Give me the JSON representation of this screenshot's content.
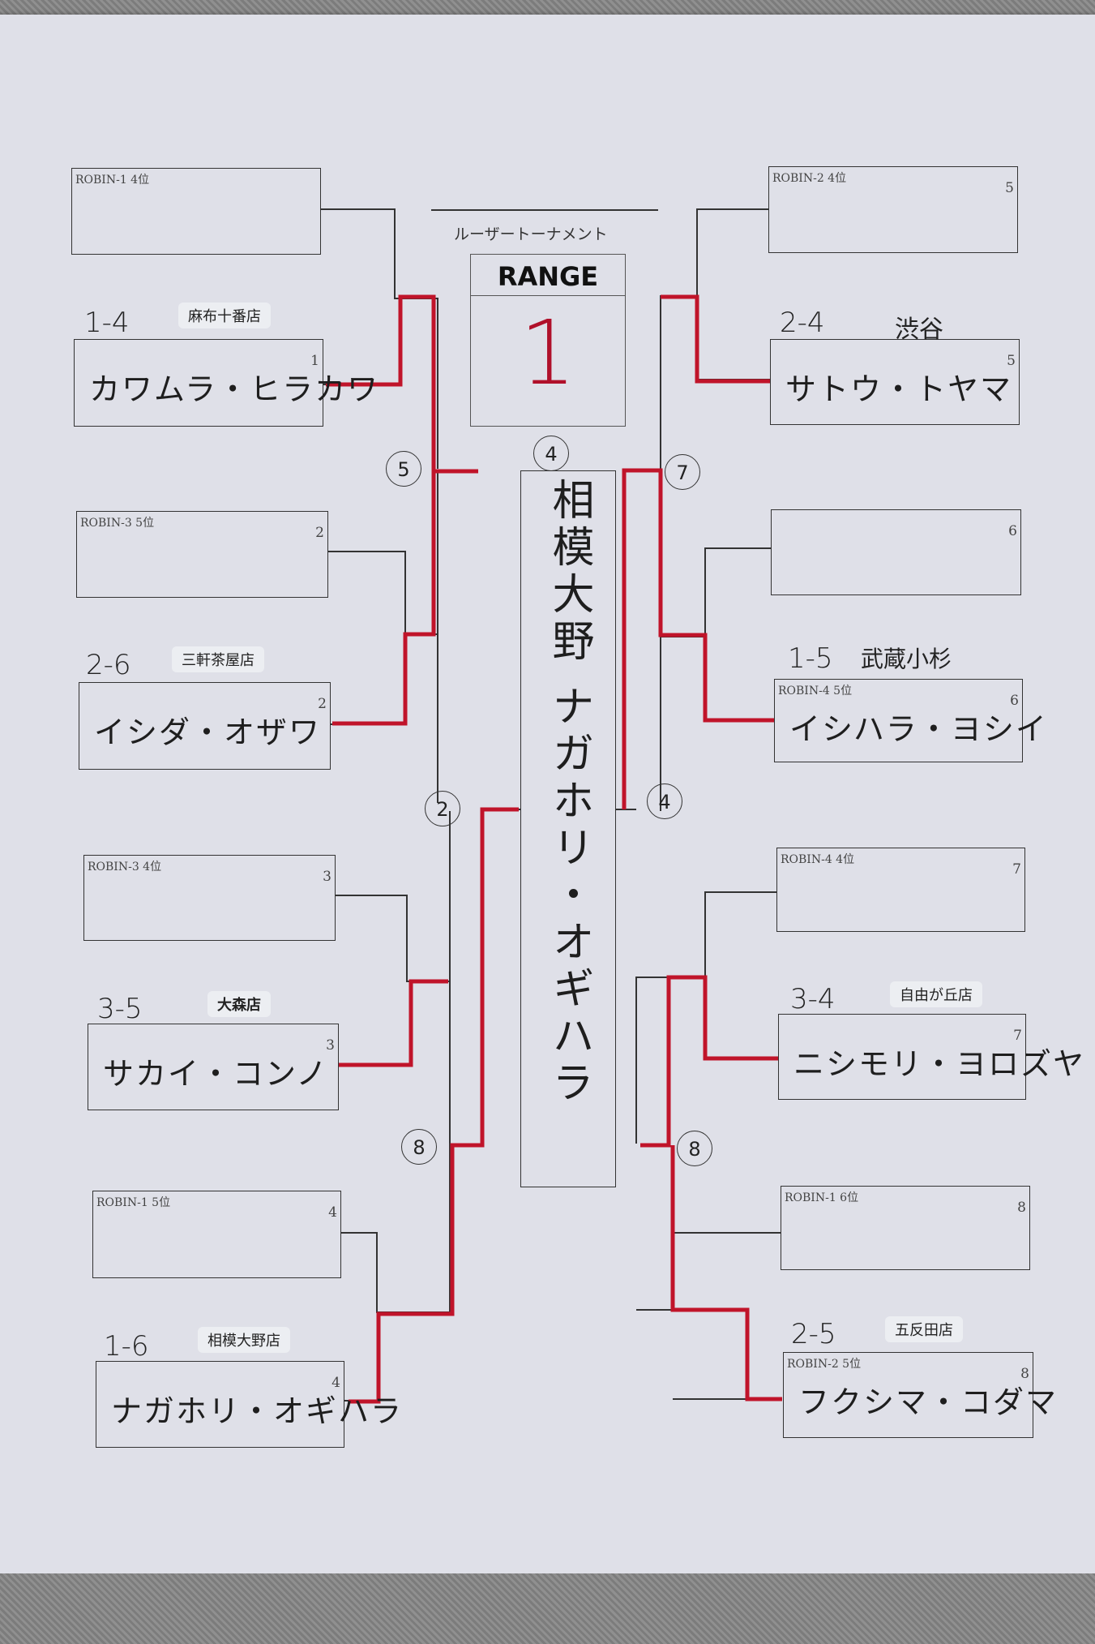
{
  "title": "ルーザートーナメント",
  "range": {
    "label": "RANGE",
    "number": "1"
  },
  "champion": "相模大野 ナガホリ・オギハラ",
  "left": [
    {
      "caption": "ROBIN-1 4位",
      "seed": "",
      "name": ""
    },
    {
      "caption": "",
      "seed": "1",
      "name": "カワムラ・ヒラカワ",
      "tag": "麻布十番店",
      "score": "1-4"
    },
    {
      "caption": "ROBIN-3 5位",
      "seed": "2",
      "name": ""
    },
    {
      "caption": "",
      "seed": "2",
      "name": "イシダ・オザワ",
      "tag": "三軒茶屋店",
      "score": "2-6"
    },
    {
      "caption": "ROBIN-3 4位",
      "seed": "3",
      "name": ""
    },
    {
      "caption": "",
      "seed": "3",
      "name": "サカイ・コンノ",
      "tag": "大森店",
      "score": "3-5"
    },
    {
      "caption": "ROBIN-1 5位",
      "seed": "4",
      "name": ""
    },
    {
      "caption": "",
      "seed": "4",
      "name": "ナガホリ・オギハラ",
      "tag": "相模大野店",
      "score": "1-6"
    }
  ],
  "right": [
    {
      "caption": "ROBIN-2 4位",
      "seed": "5",
      "name": ""
    },
    {
      "caption": "",
      "seed": "5",
      "name": "サトウ・トヤマ",
      "tag": "渋谷",
      "score": "2-4"
    },
    {
      "caption": "",
      "seed": "6",
      "name": ""
    },
    {
      "caption": "ROBIN-4 5位",
      "seed": "6",
      "name": "イシハラ・ヨシイ",
      "tag": "武蔵小杉",
      "score": "1-5"
    },
    {
      "caption": "ROBIN-4 4位",
      "seed": "7",
      "name": ""
    },
    {
      "caption": "",
      "seed": "7",
      "name": "ニシモリ・ヨロズヤ",
      "tag": "自由が丘店",
      "score": "3-4"
    },
    {
      "caption": "ROBIN-1 6位",
      "seed": "8",
      "name": ""
    },
    {
      "caption": "ROBIN-2 5位",
      "seed": "8",
      "name": "フクシマ・コダマ",
      "tag": "五反田店",
      "score": "2-5"
    }
  ],
  "circles": [
    "4",
    "5",
    "7",
    "2",
    "4",
    "8",
    "8"
  ]
}
